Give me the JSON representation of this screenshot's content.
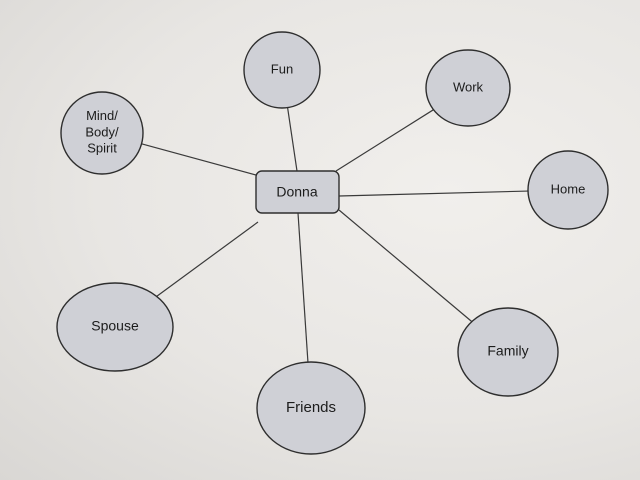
{
  "center": {
    "label": "Donna"
  },
  "nodes": [
    {
      "id": "fun",
      "lines": [
        "Fun"
      ]
    },
    {
      "id": "work",
      "lines": [
        "Work"
      ]
    },
    {
      "id": "mind-body-spirit",
      "lines": [
        "Mind/",
        "Body/",
        "Spirit"
      ]
    },
    {
      "id": "home",
      "lines": [
        "Home"
      ]
    },
    {
      "id": "spouse",
      "lines": [
        "Spouse"
      ]
    },
    {
      "id": "family",
      "lines": [
        "Family"
      ]
    },
    {
      "id": "friends",
      "lines": [
        "Friends"
      ]
    }
  ]
}
